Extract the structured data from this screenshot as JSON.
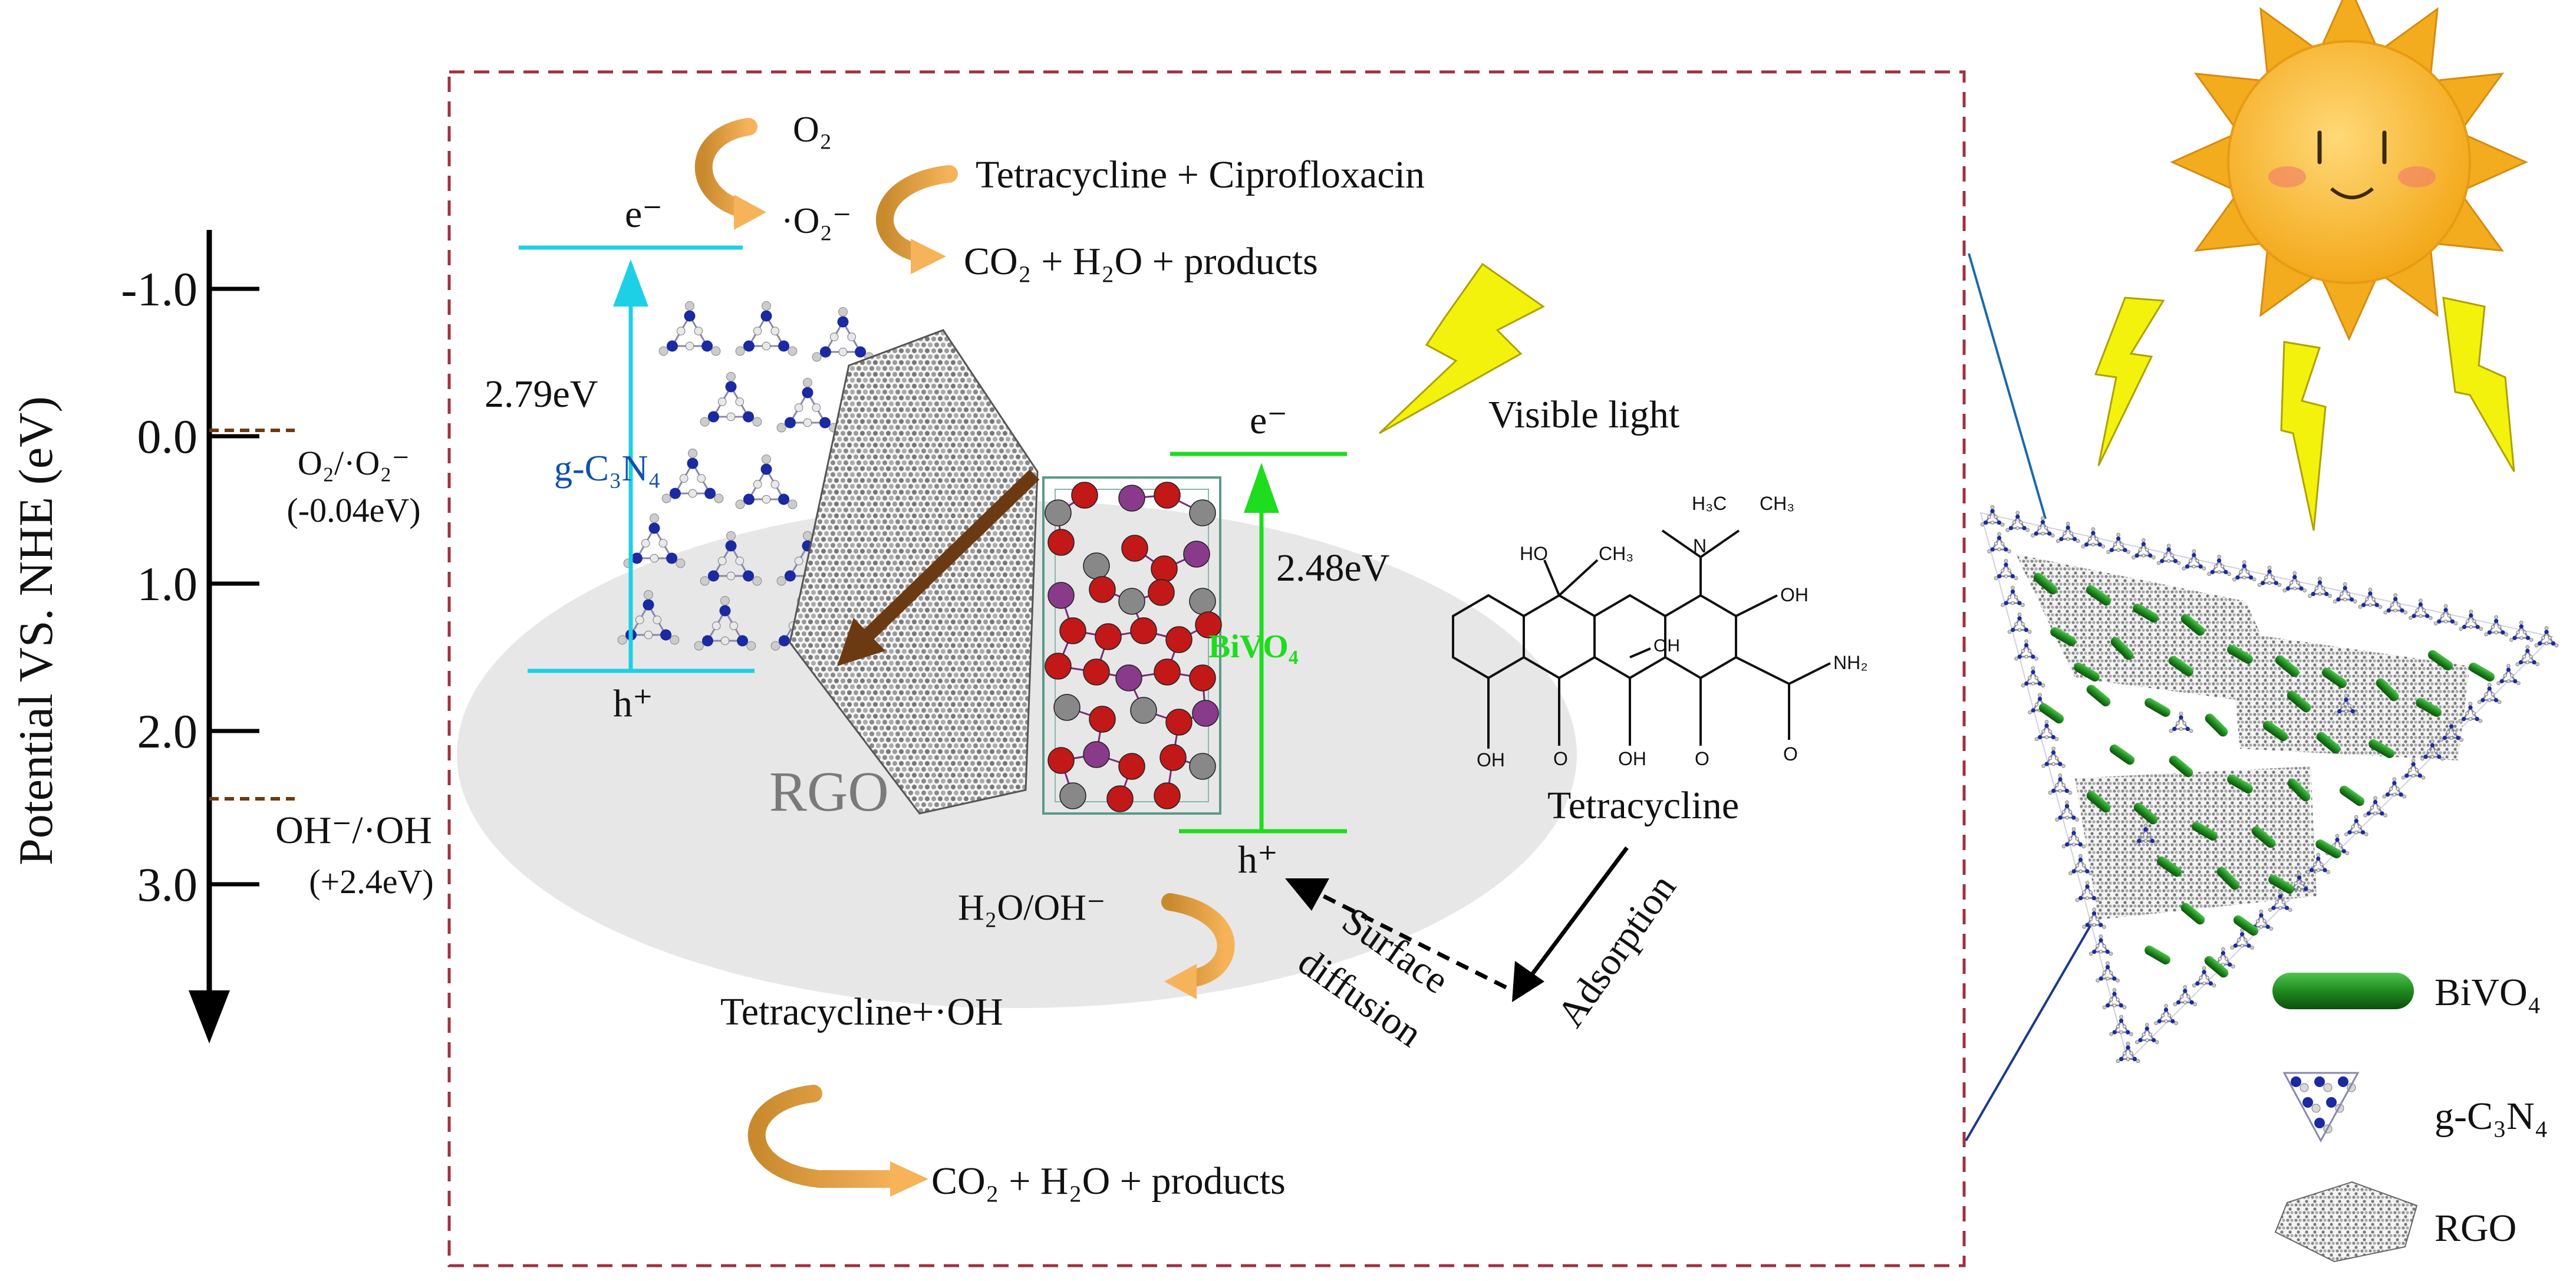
{
  "axis": {
    "title": "Potential VS. NHE (eV)",
    "ticks": [
      "-1.0",
      "0.0",
      "1.0",
      "2.0",
      "3.0"
    ],
    "o2_couple": "O₂/·O₂⁻",
    "o2_value": "(-0.04eV)",
    "oh_couple": "OH⁻/·OH",
    "oh_value": "(+2.4eV)"
  },
  "gcn": {
    "electron": "e⁻",
    "hole": "h⁺",
    "gap": "2.79eV",
    "name": "g-C₃N₄"
  },
  "bivo4": {
    "electron": "e⁻",
    "hole": "h⁺",
    "gap": "2.48eV",
    "name": "BiVO₄"
  },
  "rgo_label": "RGO",
  "reactions": {
    "o2": "O₂",
    "superoxide": "·O₂⁻",
    "pollutants": "Tetracycline + Ciprofloxacin",
    "products_top": "CO₂ + H₂O + products",
    "water": "H₂O/OH⁻",
    "tc_oh": "Tetracycline+·OH",
    "products_bottom": "CO₂ + H₂O + products"
  },
  "light_label": "Visible light",
  "molecule": {
    "name": "Tetracycline",
    "oh_top": "HO",
    "ch3_top": "CH₃",
    "h3c": "H₃C",
    "n": "N",
    "ch3_right": "CH₃",
    "oh_right": "OH",
    "oh_mid": "OH",
    "nh2": "NH₂",
    "oh_bottom_left": "OH",
    "o_1": "O",
    "oh_bottom_mid": "OH",
    "o_2": "O",
    "o_3": "O"
  },
  "process": {
    "surface": "Surface",
    "diffusion": "diffusion",
    "adsorption": "Adsorption"
  },
  "legend": {
    "bivo4": "BiVO₄",
    "gcn": "g-C₃N₄",
    "rgo": "RGO"
  },
  "colors": {
    "cyan": "#1ed0e6",
    "green": "#1edc1e",
    "blue_label": "#1050b0",
    "brown_arrow": "#6b3a12",
    "dashed_border": "#a03040",
    "sun": "#f7b81d",
    "bolt": "#f2f20c"
  }
}
